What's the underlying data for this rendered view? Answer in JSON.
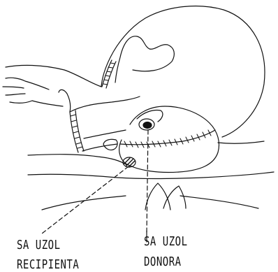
{
  "labels": {
    "recipient": {
      "line1": "SA UZOL",
      "line2": "RECIPIENTA"
    },
    "donor": {
      "line1": "SA UZOL",
      "line2": "DONORA"
    }
  },
  "colors": {
    "ink": "#111111",
    "background": "#ffffff"
  }
}
